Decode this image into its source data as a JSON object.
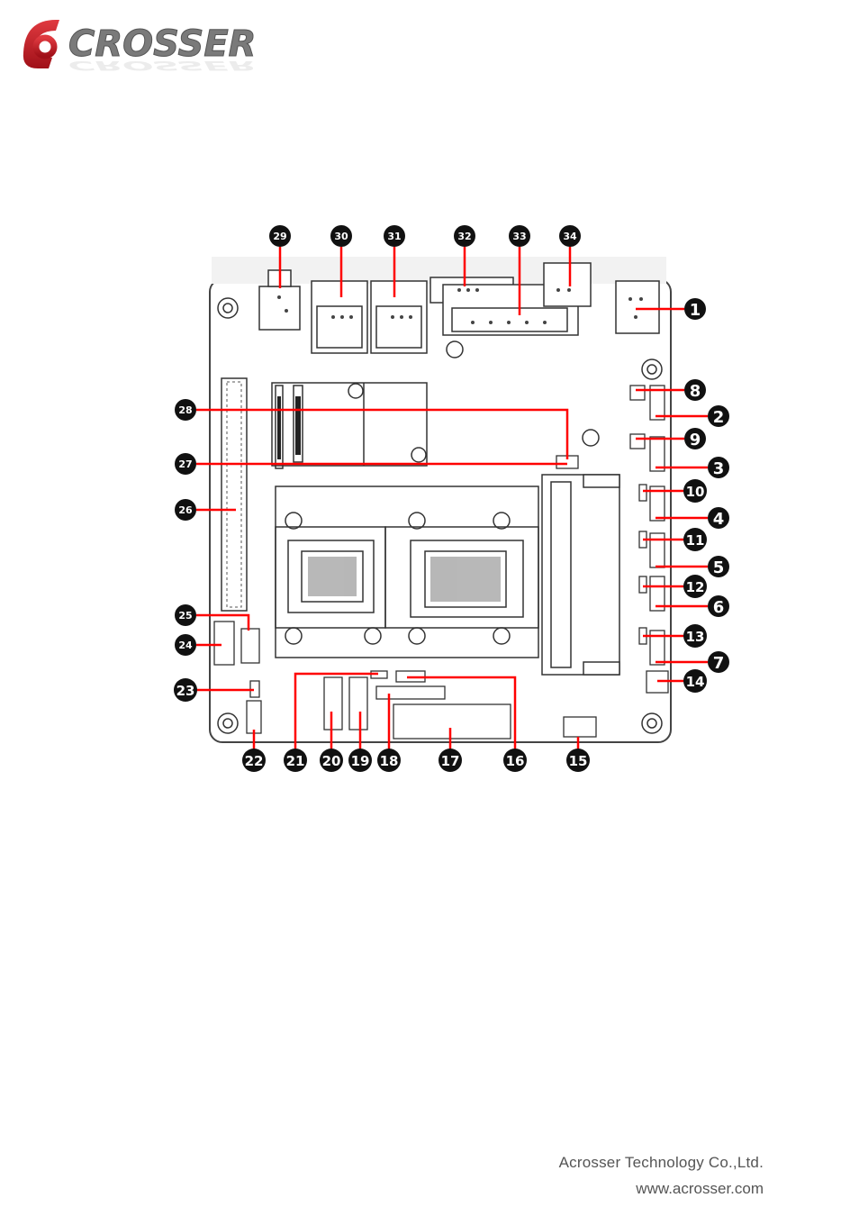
{
  "header": {
    "logo_text": "aCROSSER",
    "logo_color": "#c0202a"
  },
  "figure": {
    "callout_color": "#ff0000",
    "badge_color": "#111111",
    "badge_text_color": "#ffffff",
    "callouts": [
      "1",
      "2",
      "3",
      "4",
      "5",
      "6",
      "7",
      "8",
      "9",
      "10",
      "11",
      "12",
      "13",
      "14",
      "15",
      "16",
      "17",
      "18",
      "19",
      "20",
      "21",
      "22",
      "23",
      "24",
      "25",
      "26",
      "27",
      "28",
      "29",
      "30",
      "31",
      "32",
      "33",
      "34"
    ]
  },
  "footer": {
    "company": "Acrosser Technology Co.,Ltd.",
    "url": "www.acrosser.com"
  }
}
